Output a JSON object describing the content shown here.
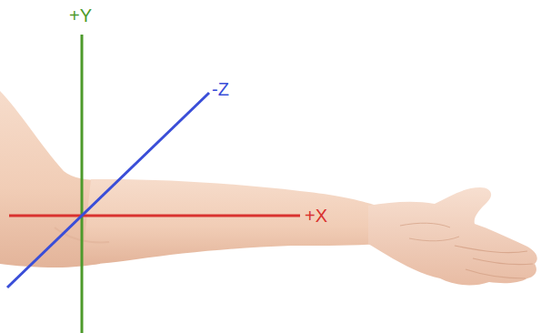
{
  "diagram": {
    "labels": [
      "+Y",
      "-Z",
      "+X"
    ]
  }
}
